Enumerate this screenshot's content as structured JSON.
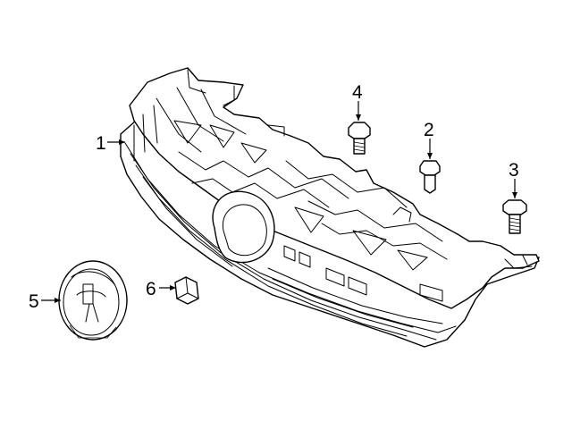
{
  "callouts": [
    {
      "id": "grille",
      "label": "1"
    },
    {
      "id": "pin-bolt",
      "label": "2"
    },
    {
      "id": "bolt-right",
      "label": "3"
    },
    {
      "id": "bolt-top",
      "label": "4"
    },
    {
      "id": "emblem",
      "label": "5"
    },
    {
      "id": "clip",
      "label": "6"
    }
  ]
}
